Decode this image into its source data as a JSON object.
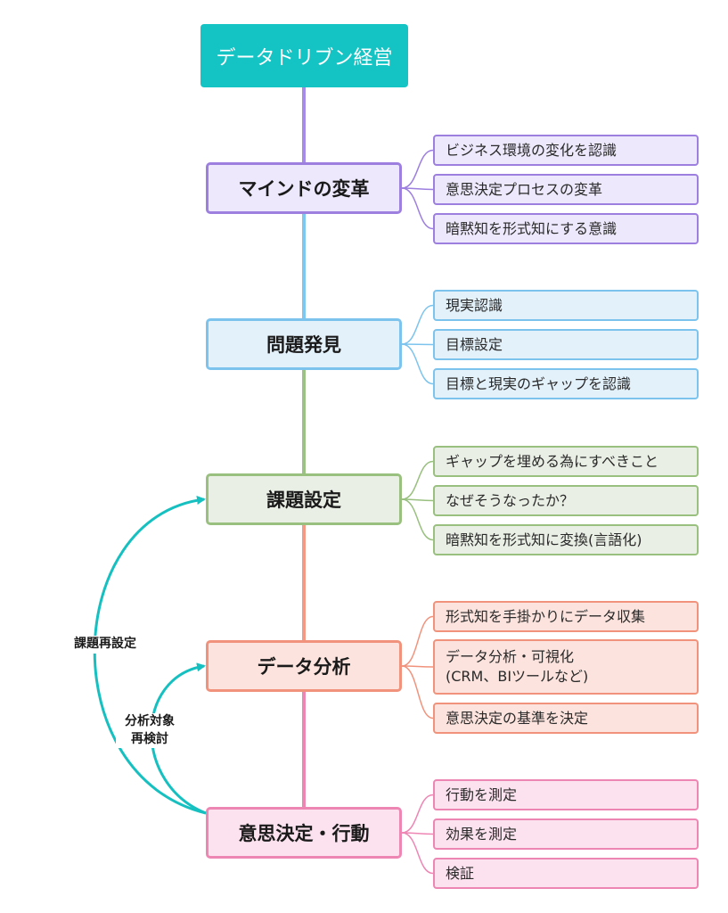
{
  "title": "データドリブン経営",
  "colors": {
    "root": "#14c3c3",
    "loop": "#17c0c0"
  },
  "stages": [
    {
      "label": "マインドの変革",
      "border": "#9d7fe0",
      "fill": "#ede8fb",
      "line": "#a78be8",
      "items": [
        "ビジネス環境の変化を認識",
        "意思決定プロセスの変革",
        "暗黙知を形式知にする意識"
      ]
    },
    {
      "label": "問題発見",
      "border": "#7cc4ee",
      "fill": "#e3f1fb",
      "line": "#7cc8f0",
      "items": [
        "現実認識",
        "目標設定",
        "目標と現実のギャップを認識"
      ]
    },
    {
      "label": "課題設定",
      "border": "#99c07f",
      "fill": "#e9efe4",
      "line": "#9cc285",
      "items": [
        "ギャップを埋める為にすべきこと",
        "なぜそうなったか？",
        "暗黙知を形式知に変換(言語化)"
      ]
    },
    {
      "label": "データ分析",
      "border": "#f1937c",
      "fill": "#fce3dd",
      "line": "#f49a84",
      "items": [
        "形式知を手掛かりにデータ収集",
        "データ分析・可視化\n(CRM、BIツールなど)",
        "意思決定の基準を決定"
      ]
    },
    {
      "label": "意思決定・行動",
      "border": "#ee86b4",
      "fill": "#fce2ee",
      "line": "#ee86b4",
      "items": [
        "行動を測定",
        "効果を測定",
        "検証"
      ]
    }
  ],
  "loops": [
    {
      "label": "課題再設定",
      "from": "意思決定・行動",
      "to": "課題設定"
    },
    {
      "label": "分析対象\n再検討",
      "from": "意思決定・行動",
      "to": "データ分析"
    }
  ]
}
